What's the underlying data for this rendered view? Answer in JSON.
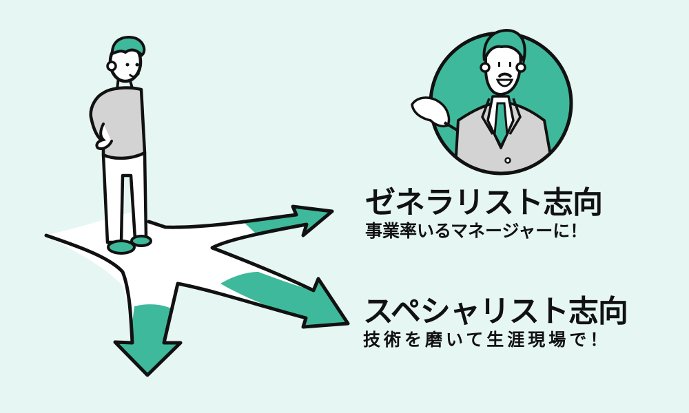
{
  "colors": {
    "background": "#e6f6f3",
    "accent": "#3fb99b",
    "outline": "#111111",
    "shirt_gray": "#d3d3d3",
    "white": "#ffffff"
  },
  "generalist": {
    "title": "ゼネラリスト志向",
    "subtitle": "事業率いるマネージャーに！"
  },
  "specialist": {
    "title": "スペシャリスト志向",
    "subtitle": "技術を磨いて生涯現場で！"
  },
  "icons": [
    "standing-person-illustration",
    "manager-portrait-illustration",
    "crossroads-arrows-illustration"
  ]
}
